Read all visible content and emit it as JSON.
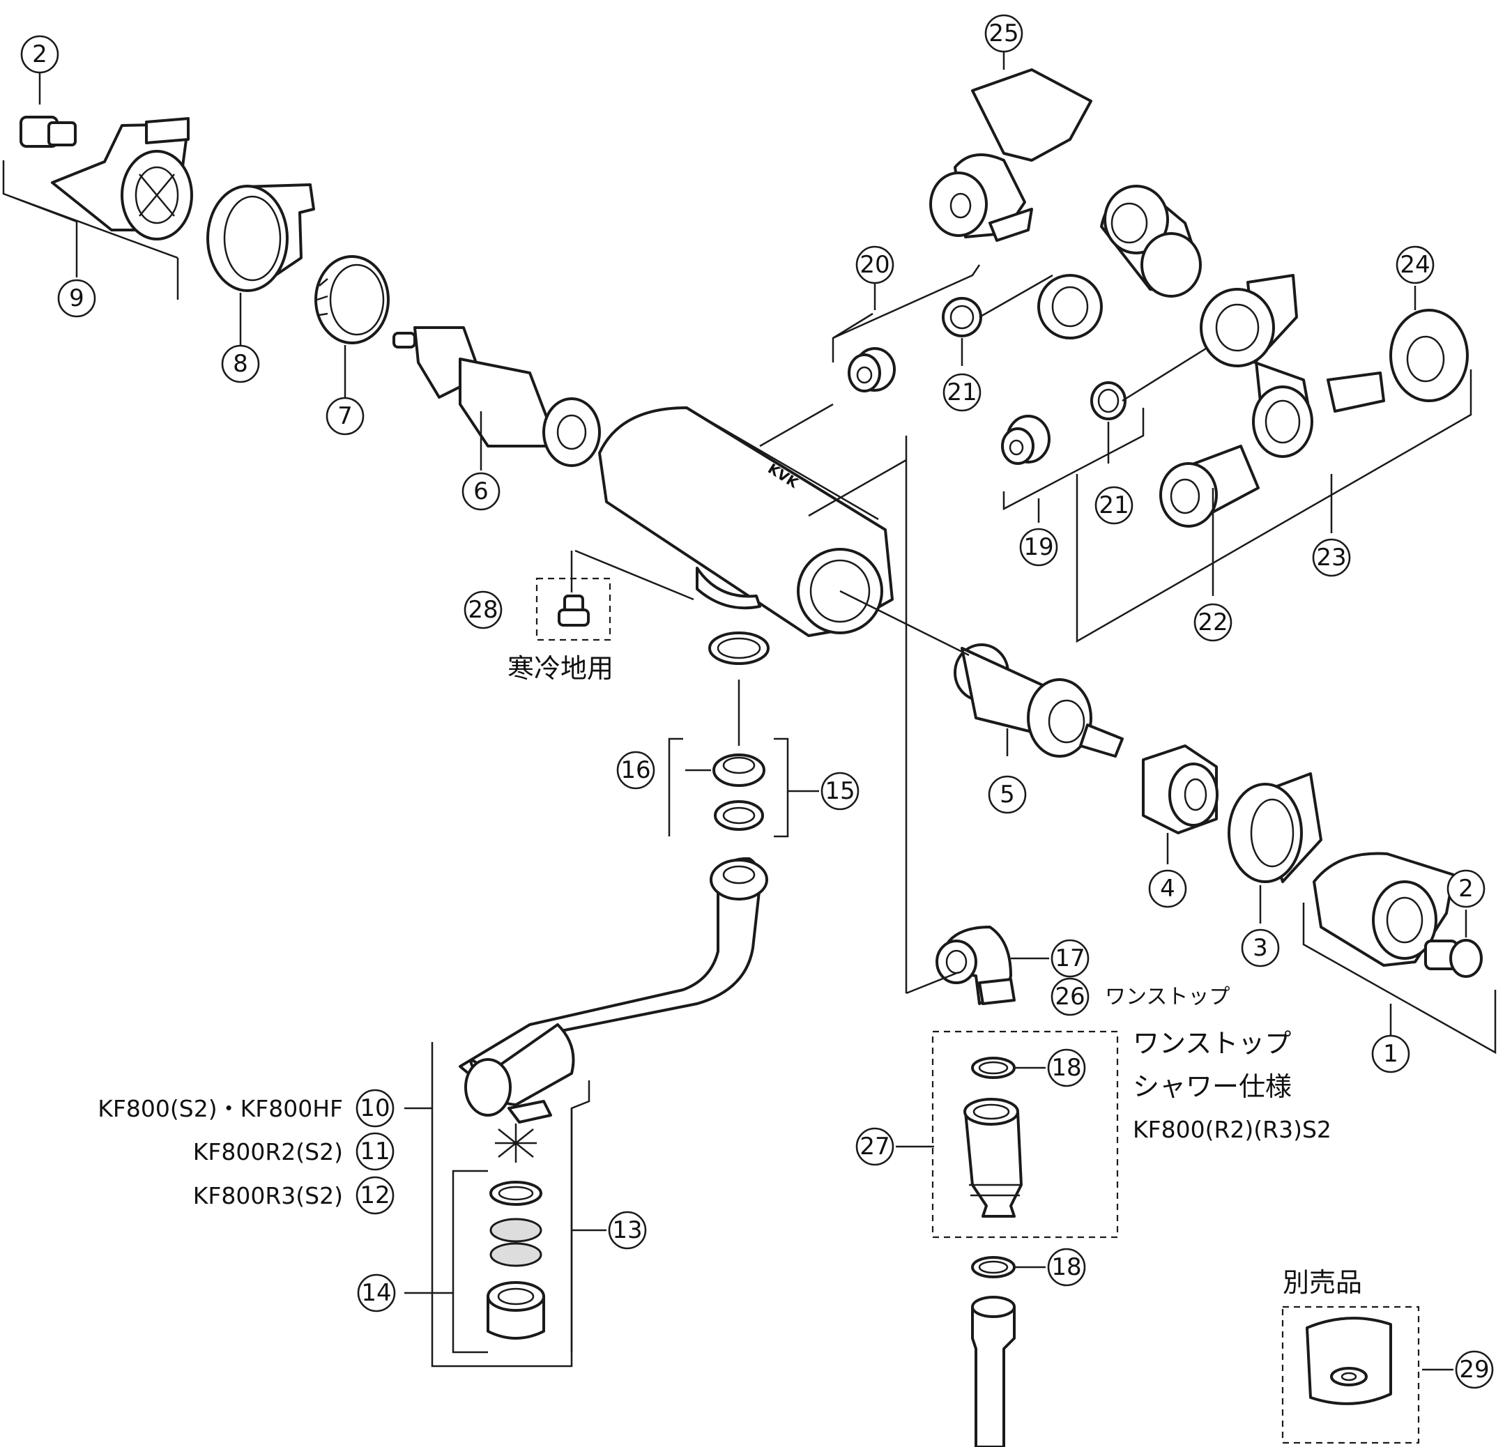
{
  "callouts": {
    "c1": "1",
    "c2a": "2",
    "c2b": "2",
    "c3": "3",
    "c4": "4",
    "c5": "5",
    "c6": "6",
    "c7": "7",
    "c8": "8",
    "c9": "9",
    "c10": "10",
    "c11": "11",
    "c12": "12",
    "c13": "13",
    "c14": "14",
    "c15": "15",
    "c16": "16",
    "c17": "17",
    "c18a": "18",
    "c18b": "18",
    "c19": "19",
    "c20": "20",
    "c21a": "21",
    "c21b": "21",
    "c22": "22",
    "c23": "23",
    "c24": "24",
    "c25": "25",
    "c26": "26",
    "c27": "27",
    "c28": "28",
    "c29": "29"
  },
  "labels": {
    "cold_region": "寒冷地用",
    "one_stop": "ワンストップ",
    "one_stop_shower_line1": "ワンストップ",
    "one_stop_shower_line2": "シャワー仕様",
    "one_stop_models": "KF800(R2)(R3)S2",
    "sold_separately": "別売品",
    "model_10": "KF800(S2)・KF800HF",
    "model_11": "KF800R2(S2)",
    "model_12": "KF800R3(S2)",
    "brand_mark": "KVK"
  }
}
